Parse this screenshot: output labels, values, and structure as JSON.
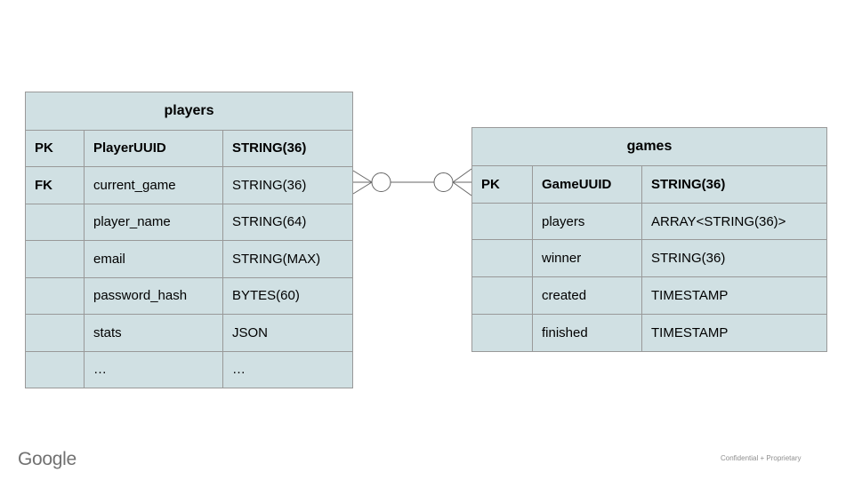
{
  "slide": {
    "background": "#ffffff"
  },
  "diagram": {
    "tables": [
      {
        "name": "players",
        "title": "players",
        "rows": [
          {
            "key": "PK",
            "field": "PlayerUUID",
            "type": "STRING(36)",
            "bold": true
          },
          {
            "key": "FK",
            "field": "current_game",
            "type": "STRING(36)",
            "bold": false
          },
          {
            "key": "",
            "field": "player_name",
            "type": "STRING(64)",
            "bold": false
          },
          {
            "key": "",
            "field": "email",
            "type": "STRING(MAX)",
            "bold": false
          },
          {
            "key": "",
            "field": "password_hash",
            "type": "BYTES(60)",
            "bold": false
          },
          {
            "key": "",
            "field": "stats",
            "type": "JSON",
            "bold": false
          },
          {
            "key": "",
            "field": "…",
            "type": "…",
            "bold": false
          }
        ]
      },
      {
        "name": "games",
        "title": "games",
        "rows": [
          {
            "key": "PK",
            "field": "GameUUID",
            "type": "STRING(36)",
            "bold": true
          },
          {
            "key": "",
            "field": "players",
            "type": "ARRAY<STRING(36)>",
            "bold": false
          },
          {
            "key": "",
            "field": "winner",
            "type": "STRING(36)",
            "bold": false
          },
          {
            "key": "",
            "field": "created",
            "type": "TIMESTAMP",
            "bold": false
          },
          {
            "key": "",
            "field": "finished",
            "type": "TIMESTAMP",
            "bold": false
          }
        ]
      }
    ],
    "relationship": {
      "from_table": "players",
      "from_field": "current_game",
      "to_table": "games",
      "to_field": "GameUUID",
      "left_cardinality": "zero-or-many",
      "right_cardinality": "zero-or-many"
    }
  },
  "footer": {
    "logo_text": "Google",
    "note": "Confidential + Proprietary"
  },
  "colors": {
    "table_fill": "#d0e0e3",
    "table_border": "#999999",
    "connector_stroke": "#666666",
    "text": "#000000",
    "logo_gray": "#717171",
    "note_gray": "#8f8f8f"
  }
}
